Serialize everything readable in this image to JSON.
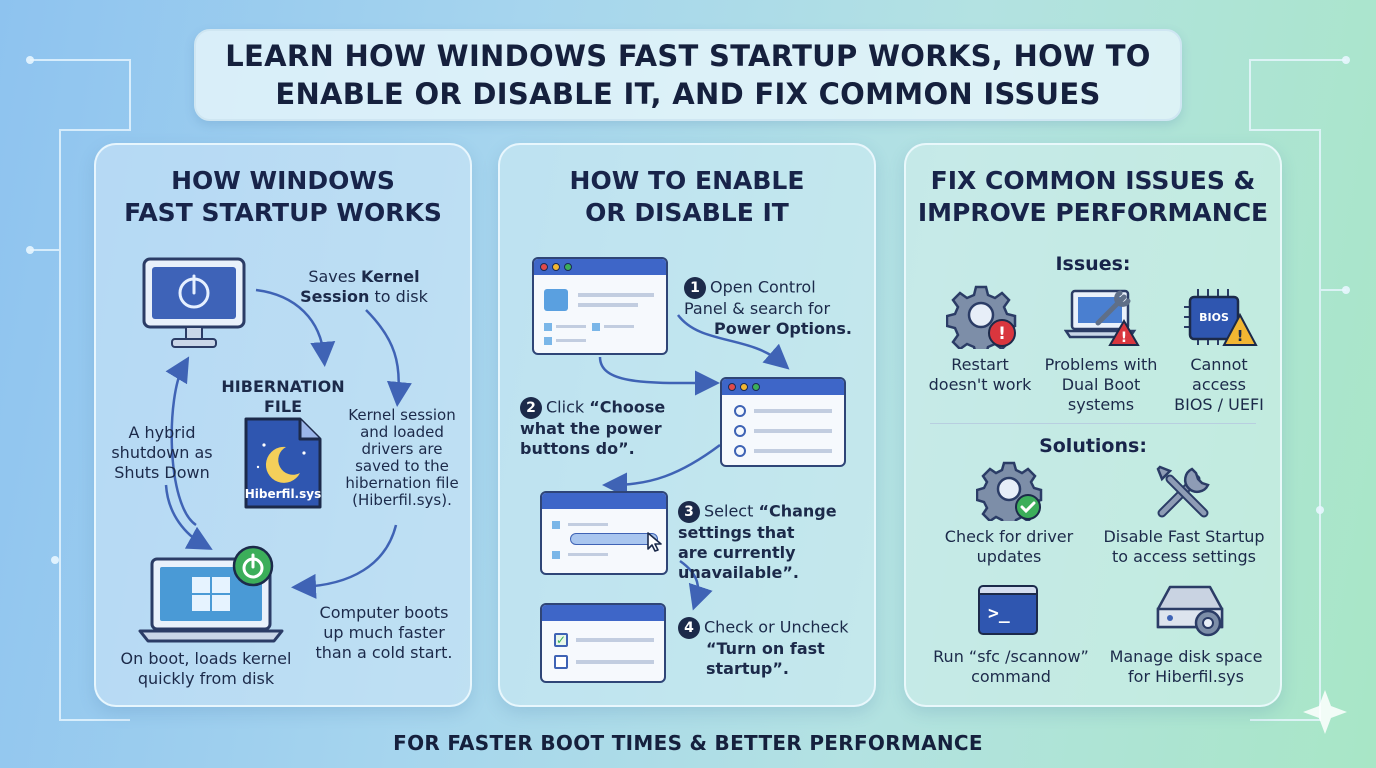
{
  "header": {
    "title": "LEARN HOW WINDOWS FAST STARTUP WORKS, HOW TO\nENABLE OR DISABLE IT, AND FIX COMMON ISSUES"
  },
  "panel1": {
    "title": "HOW WINDOWS\nFAST STARTUP WORKS",
    "saves_prefix": "Saves ",
    "saves_bold1": "Kernel",
    "saves_bold2": "Session",
    "saves_suffix": " to disk",
    "hibernation_label": "HIBERNATION\nFILE",
    "file_name": "Hiberfil.sys",
    "kernel_note": "Kernel session\nand loaded\ndrivers are\nsaved to the\nhibernation file\n(Hiberfil.sys).",
    "hybrid_note": "A hybrid\nshutdown as\nShuts Down",
    "boot_note": "Computer boots\nup much faster\nthan a cold start.",
    "onboot_note": "On boot, loads kernel\nquickly from disk"
  },
  "panel2": {
    "title": "HOW TO ENABLE\nOR DISABLE IT",
    "steps": [
      {
        "num": "1",
        "text": "Open Control\nPanel & search for",
        "bold": "Power Options."
      },
      {
        "num": "2",
        "text": "Click ",
        "bold": "“Choose\nwhat the power\nbuttons do”."
      },
      {
        "num": "3",
        "text": "Select ",
        "bold": "“Change\nsettings that\nare currently\nunavailable”."
      },
      {
        "num": "4",
        "text": "Check or Uncheck",
        "bold": "“Turn on fast\nstartup”."
      }
    ]
  },
  "panel3": {
    "title": "FIX COMMON ISSUES &\nIMPROVE PERFORMANCE",
    "issues_heading": "Issues:",
    "issues": [
      {
        "label": "Restart\ndoesn't work",
        "icon": "gear-warning-icon"
      },
      {
        "label": "Problems with\nDual Boot\nsystems",
        "icon": "laptop-wrench-warning-icon"
      },
      {
        "label": "Cannot\naccess\nBIOS / UEFI",
        "icon": "bios-chip-warning-icon",
        "chip_text": "BIOS"
      }
    ],
    "solutions_heading": "Solutions:",
    "solutions": [
      {
        "label": "Check for driver\nupdates",
        "icon": "gear-check-icon"
      },
      {
        "label": "Disable Fast Startup\nto access settings",
        "icon": "tools-icon"
      },
      {
        "label": "Run “sfc /scannow”\ncommand",
        "icon": "terminal-icon",
        "prompt": ">_"
      },
      {
        "label": "Manage disk space\nfor Hiberfil.sys",
        "icon": "disk-gear-icon"
      }
    ]
  },
  "footer": {
    "text": "FOR FASTER BOOT TIMES & BETTER PERFORMANCE"
  },
  "colors": {
    "accent_blue": "#3e66c8",
    "dark_navy": "#1c2a4a",
    "warning_red": "#d9363e",
    "warning_yellow": "#f2b632",
    "success_green": "#3cae5a"
  }
}
